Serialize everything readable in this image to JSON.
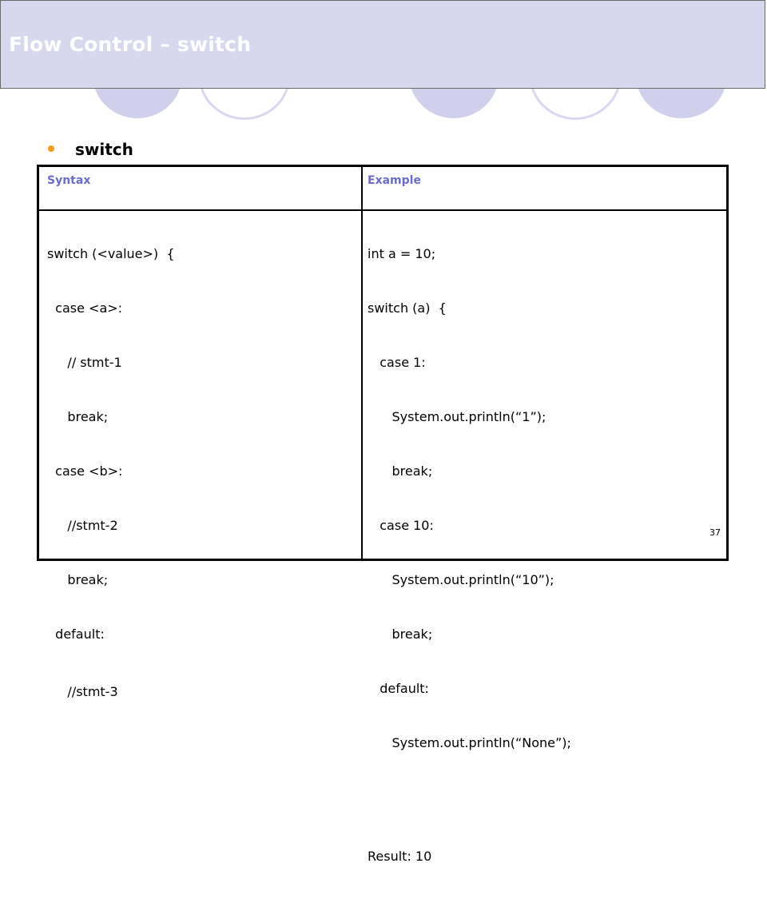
{
  "slide": {
    "title": "Flow Control – switch",
    "bullet": "switch",
    "page_number": "37"
  },
  "table": {
    "headers": {
      "syntax": "Syntax",
      "example": "Example"
    },
    "syntax_lines": [
      "switch (<value>)  {",
      "  case <a>:",
      "     // stmt-1",
      "     break;",
      "  case <b>:",
      "     //stmt-2",
      "     break;",
      "  default:",
      "     //stmt-3"
    ],
    "example_lines": [
      "int a = 10;",
      "switch (a)  {",
      "   case 1:",
      "      System.out.println(“1”);",
      "      break;",
      "   case 10:",
      "      System.out.println(“10”);",
      "      break;",
      "   default:",
      "      System.out.println(“None”);",
      "",
      "Result: 10"
    ]
  },
  "colors": {
    "header_bg": "#d7d7ee",
    "circle_fill": "#d0d0ec",
    "bullet": "#f59a16",
    "column_header": "#6b6bd0"
  }
}
